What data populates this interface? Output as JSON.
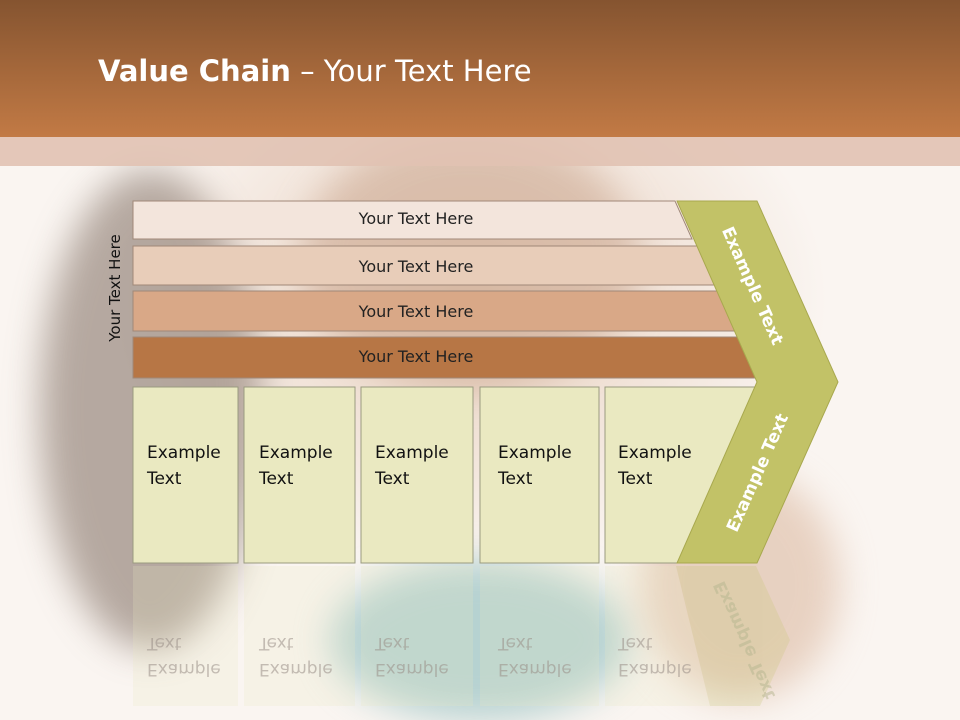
{
  "title": {
    "bold": "Value Chain",
    "rest": " – Your Text Here"
  },
  "side_label": "Your Text Here",
  "rows": [
    {
      "label": "Your Text Here",
      "color": "#f3e5dc"
    },
    {
      "label": "Your Text Here",
      "color": "#e8cdb9"
    },
    {
      "label": "Your Text Here",
      "color": "#d9a887"
    },
    {
      "label": "Your Text Here",
      "color": "#b77645"
    }
  ],
  "boxes": [
    {
      "line1": "Example",
      "line2": "Text"
    },
    {
      "line1": "Example",
      "line2": "Text"
    },
    {
      "line1": "Example",
      "line2": "Text"
    },
    {
      "line1": "Example",
      "line2": "Text"
    },
    {
      "line1": "Example",
      "line2": "Text"
    }
  ],
  "chevron": {
    "top_text": "Example Text",
    "bottom_text": "Example Text",
    "color": "#c2c267"
  },
  "box_color": "#eae9c1",
  "header_color": "#b77645"
}
